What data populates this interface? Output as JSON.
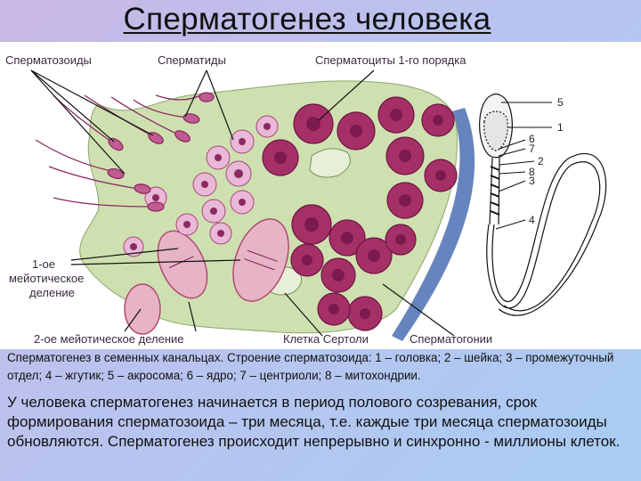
{
  "title": "Сперматогенез человека",
  "figure": {
    "labels": {
      "spermatozoa": "Сперматозоиды",
      "spermatids": "Сперматиды",
      "spermatocytes": "Сперматоциты 1-го порядка",
      "first_division": [
        "1-ое",
        "мейотическое",
        "деление"
      ],
      "second_division": "2-ое мейотическое деление",
      "sertoli": "Клетка Сертоли",
      "spermatogonia": "Сперматогонии"
    },
    "sperm_numbers": [
      "5",
      "1",
      "6",
      "7",
      "2",
      "8",
      "3",
      "4"
    ],
    "colors": {
      "cytoplasm": "#cfe0b0",
      "cell_magenta": "#a53067",
      "cell_pink": "#e8b8d6",
      "nucleus": "#7a1a4e",
      "membrane": "#4b6fb3"
    }
  },
  "caption": "Сперматогенез в семенных канальцах. Строение сперматозоида: 1 – головка; 2 – шейка; 3 – промежуточный отдел; 4 – жгутик; 5 – акросома; 6 – ядро; 7 – центриоли; 8 – митохондрии.",
  "body": "У человека сперматогенез начинается в период полового созревания, срок формирования сперматозоида – три месяца, т.е. каждые три месяца сперматозоиды обновляются. Сперматогенез происходит непрерывно и синхронно - миллионы клеток."
}
